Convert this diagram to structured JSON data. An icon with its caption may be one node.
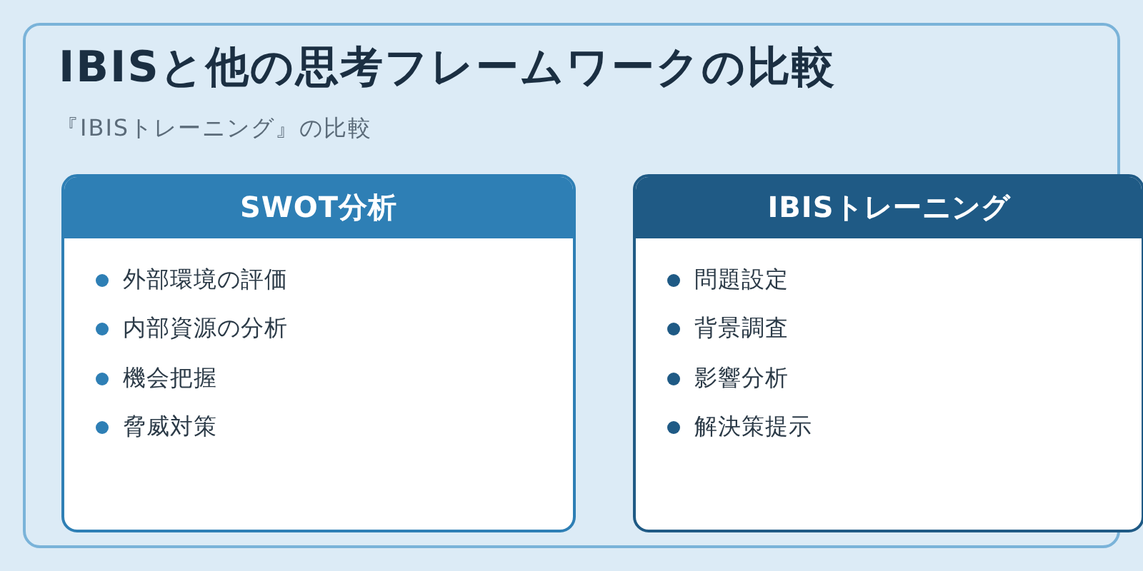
{
  "diagram": {
    "title": "IBISと他の思考フレームワークの比較",
    "nodes": [
      {
        "text": [],
        "shape": "box"
      },
      {
        "text": [
          "SWOT分析",
          "外部環境の評価",
          "内部資源の分析",
          "機会把握",
          "脅威対策"
        ],
        "in": 0
      },
      {
        "text": [
          "IBISトレーニング",
          "問題設定",
          "背景調査",
          "影響分析",
          "解決策提示"
        ],
        "in": 0
      }
    ],
    "labels": [
      "『IBISトレーニング』の比較"
    ]
  }
}
